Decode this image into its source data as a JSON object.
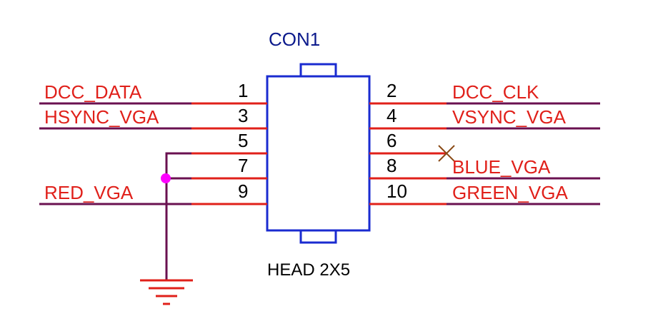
{
  "component": {
    "designator": "CON1",
    "part_name": "HEAD 2X5"
  },
  "left_nets": [
    "DCC_DATA",
    "HSYNC_VGA",
    "RED_VGA"
  ],
  "right_nets": [
    "DCC_CLK",
    "VSYNC_VGA",
    "BLUE_VGA",
    "GREEN_VGA"
  ],
  "pins": {
    "p1": "1",
    "p2": "2",
    "p3": "3",
    "p4": "4",
    "p5": "5",
    "p6": "6",
    "p7": "7",
    "p8": "8",
    "p9": "9",
    "p10": "10"
  },
  "colors": {
    "body": "#1a2bd0",
    "pin": "#e0201a",
    "wire": "#6a1150",
    "net_label": "#e0201a",
    "junction": "#ff00ff",
    "no_connect": "#8a4a16",
    "ground": "#e0201a"
  }
}
